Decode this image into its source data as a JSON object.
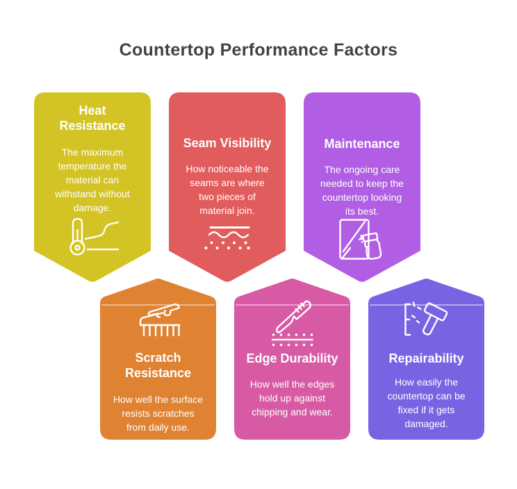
{
  "page": {
    "title": "Countertop Performance Factors",
    "background_color": "#ffffff",
    "title_color": "#3f4347",
    "text_color": "#ffffff"
  },
  "cards": [
    {
      "name": "heat-resistance",
      "title": "Heat\nResistance",
      "description": "The maximum\ntemperature the\nmaterial can\nwithstand without\ndamage.",
      "color": "#d3c324",
      "icon": "thermometer-icon"
    },
    {
      "name": "seam-visibility",
      "title": "Seam Visibility",
      "description": "How noticeable the\nseams are where\ntwo pieces of\nmaterial join.",
      "color": "#e15c5c",
      "icon": "seam-wave-icon"
    },
    {
      "name": "maintenance",
      "title": "Maintenance",
      "description": "The ongoing care\nneeded to keep the\ncountertop looking\nits best.",
      "color": "#b15ee4",
      "icon": "spray-bottle-icon"
    },
    {
      "name": "scratch-resistance",
      "title": "Scratch\nResistance",
      "description": "How well the surface\nresists scratches\nfrom daily use.",
      "color": "#df8232",
      "icon": "hand-scratch-icon"
    },
    {
      "name": "edge-durability",
      "title": "Edge Durability",
      "description": "How well the edges\nhold up against\nchipping and wear.",
      "color": "#d85aa4",
      "icon": "knife-icon"
    },
    {
      "name": "repairability",
      "title": "Repairability",
      "description": "How easily the\ncountertop can be\nfixed if it gets\ndamaged.",
      "color": "#7a63e3",
      "icon": "hammer-crack-icon"
    }
  ]
}
